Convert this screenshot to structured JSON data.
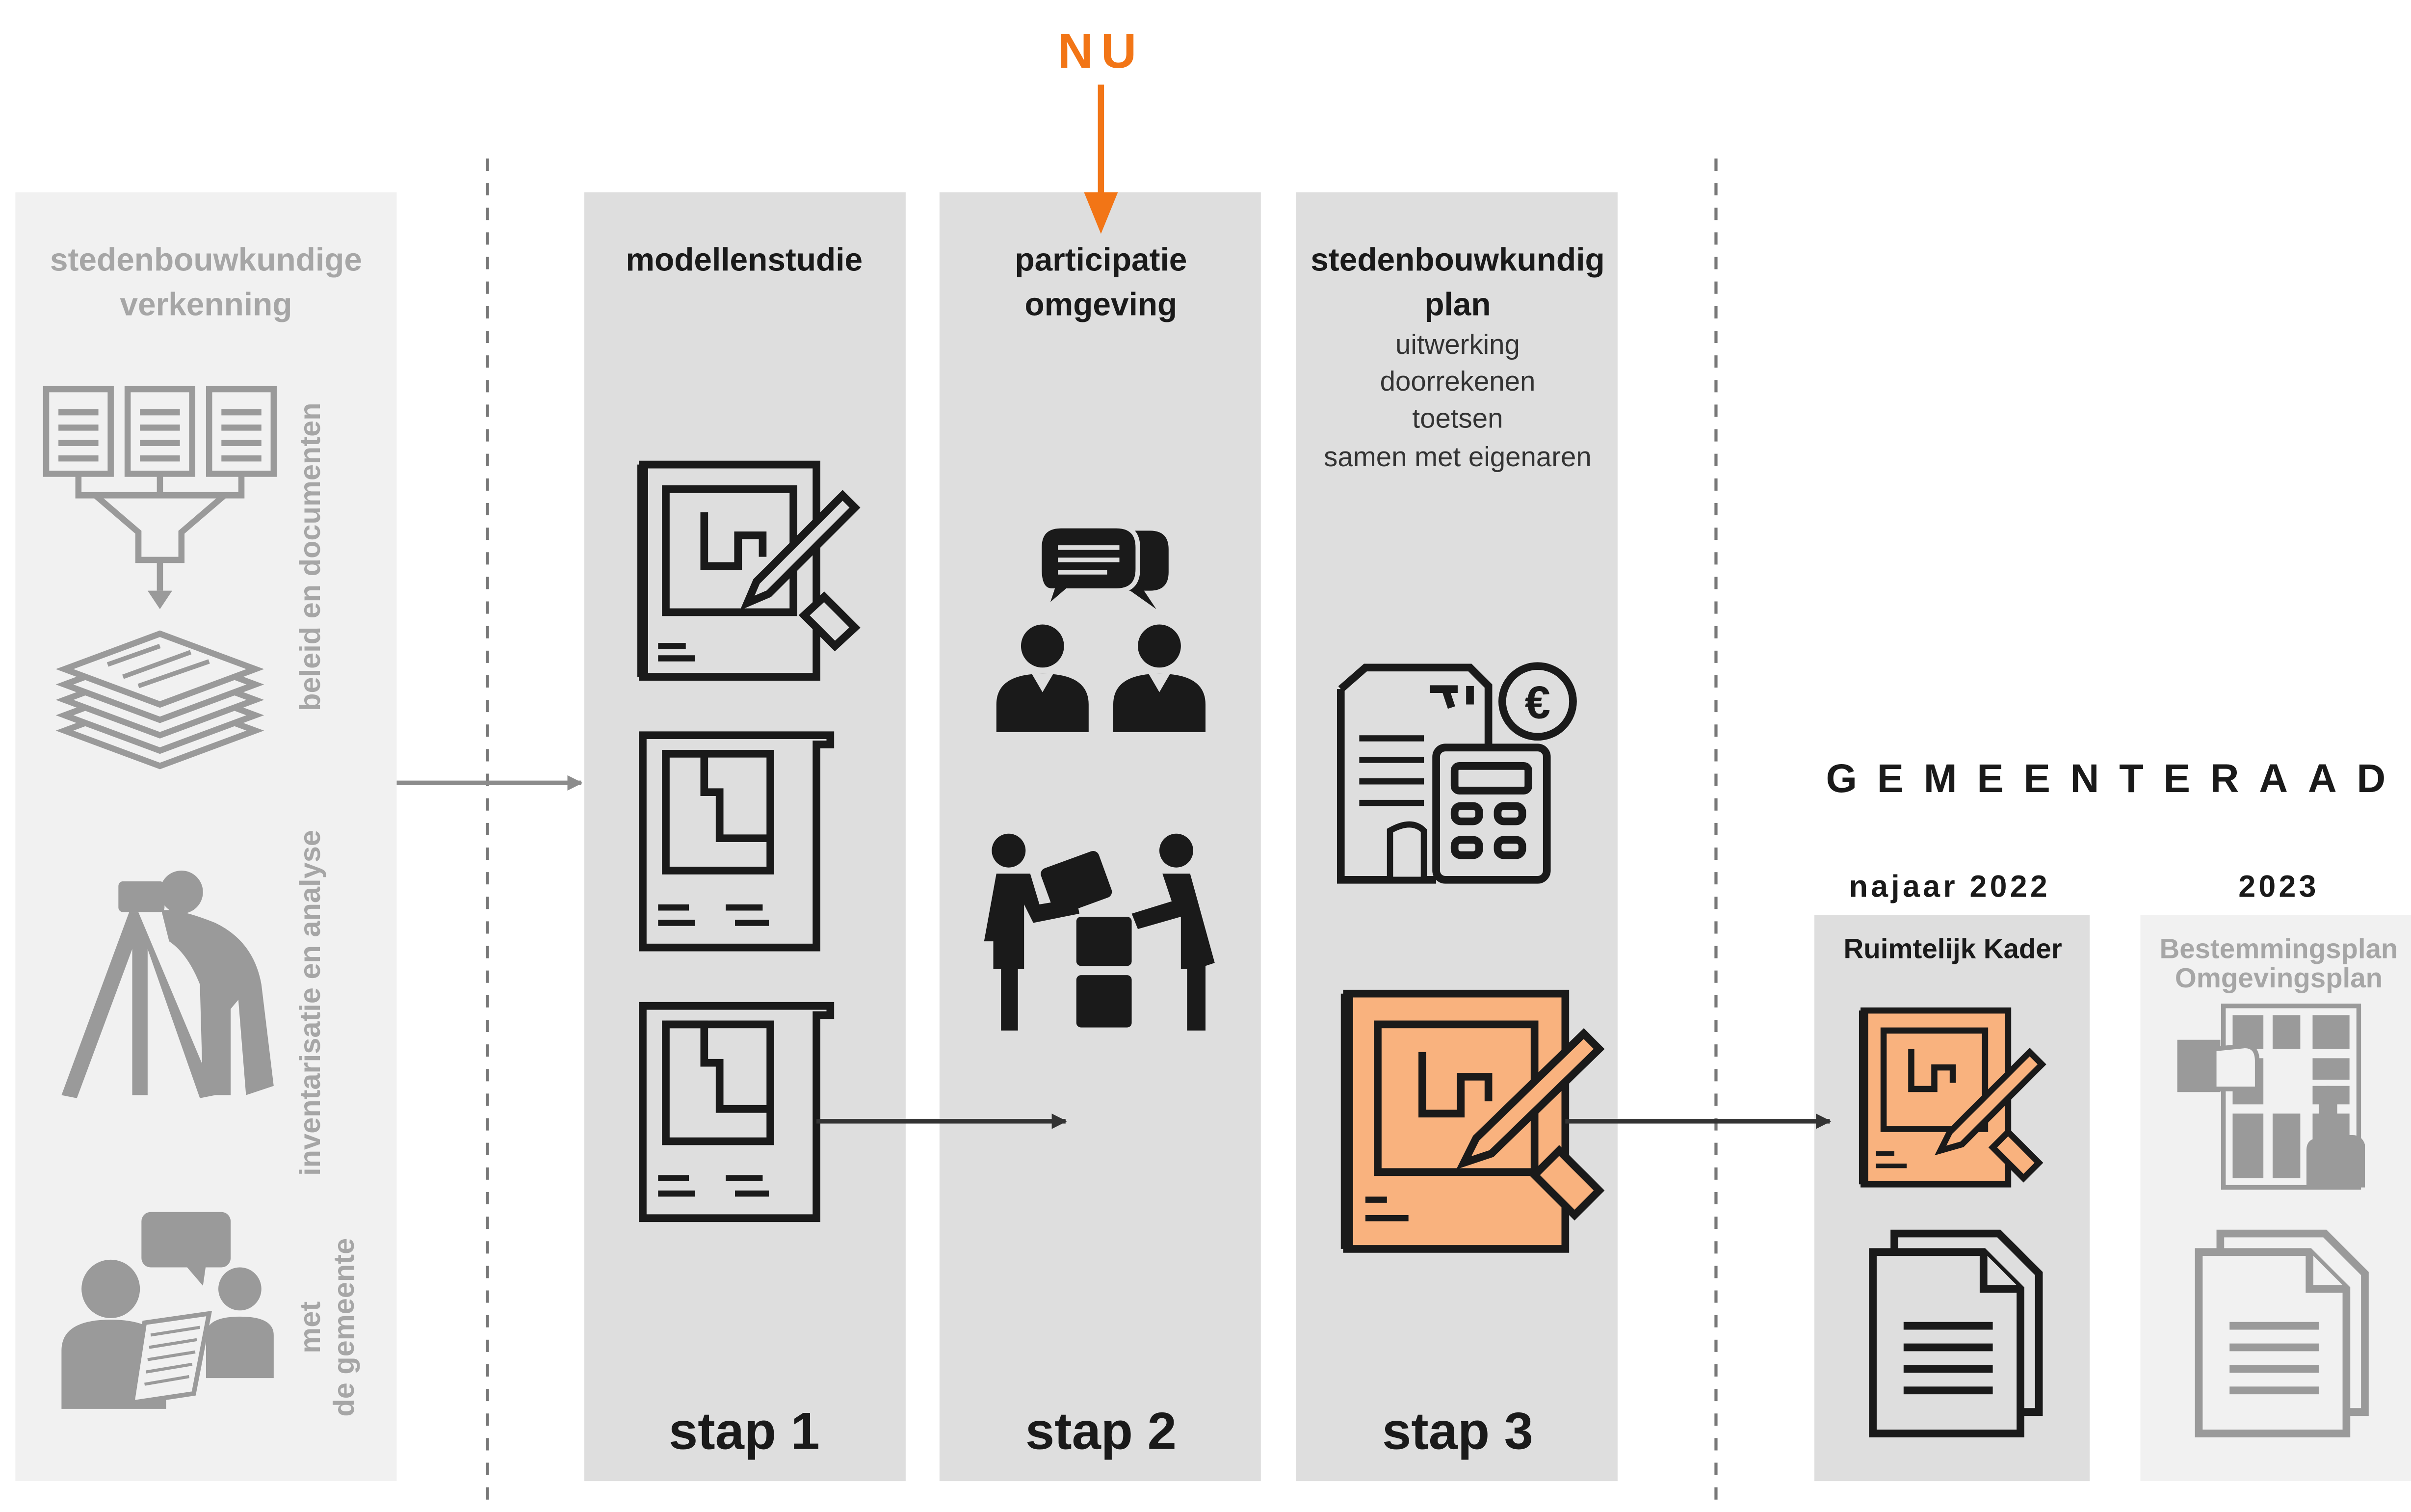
{
  "now_marker": {
    "label": "NU",
    "color": "#f27516"
  },
  "columns": {
    "verkenning": {
      "title_line1": "stedenbouwkundige",
      "title_line2": "verkenning",
      "side_label_1": "beleid en documenten",
      "side_label_2": "inventarisatie en analyse",
      "side_label_3_line1": "met",
      "side_label_3_line2": "de gemeente"
    },
    "step1": {
      "title": "modellenstudie",
      "footer": "stap 1"
    },
    "step2": {
      "title_line1": "participatie",
      "title_line2": "omgeving",
      "footer": "stap 2"
    },
    "step3": {
      "title_line1": "stedenbouwkundig",
      "title_line2": "plan",
      "sub_items": [
        "uitwerking",
        "doorrekenen",
        "toetsen",
        "samen met eigenaren"
      ],
      "footer": "stap 3"
    }
  },
  "gemeenteraad": {
    "title": "GEMEENTERAAD",
    "col_a": {
      "period": "najaar 2022",
      "title": "Ruimtelijk Kader"
    },
    "col_b": {
      "period": "2023",
      "title_line1": "Bestemmingsplan",
      "title_line2": "Omgevingsplan"
    }
  },
  "icons": [
    "documents-funnel-icon",
    "paper-stack-icon",
    "surveyor-icon",
    "meeting-icon",
    "blueprint-pen-icon",
    "blueprint-icon",
    "chat-people-icon",
    "handshake-blocks-icon",
    "calculator-invoice-icon",
    "orange-blueprint-pen-icon",
    "document-copy-icon",
    "map-touch-icon"
  ],
  "colors": {
    "panel_light": "#f1f1f1",
    "panel_mid": "#dedede",
    "icon_dark": "#1a1a1a",
    "icon_grey": "#9a9a9a",
    "accent_orange": "#f27516",
    "highlight_fill": "#f9b27e",
    "text_dark": "#1a1a1a",
    "text_grey": "#a6a6a6"
  }
}
